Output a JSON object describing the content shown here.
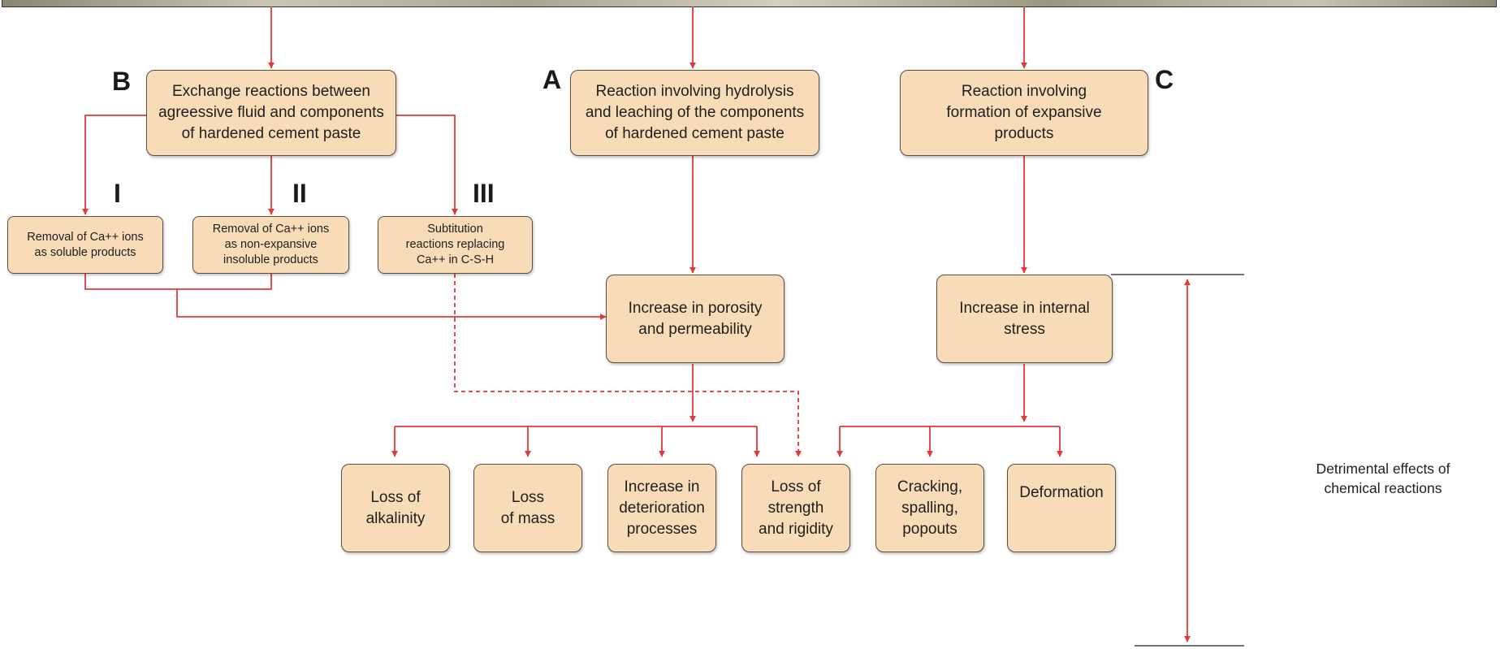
{
  "boxes": {
    "b": "Exchange reactions between\nagreessive fluid and components\nof hardened cement paste",
    "a": "Reaction involving hydrolysis\nand leaching of the components\nof hardened cement paste",
    "c": "Reaction involving\nformation of expansive\nproducts",
    "i": "Removal of Ca++ ions\nas soluble products",
    "ii": "Removal of Ca++ ions\nas non-expansive\ninsoluble products",
    "iii": "Subtitution\nreactions replacing\nCa++ in C-S-H",
    "porosity": "Increase in porosity\nand permeability",
    "stress": "Increase in internal\nstress",
    "alkalinity": "Loss of\nalkalinity",
    "mass": "Loss\nof mass",
    "deterioration": "Increase in\ndeterioration\nprocesses",
    "strength": "Loss of\nstrength\nand rigidity",
    "cracking": "Cracking,\nspalling,\npopouts",
    "deformation": "Deformation"
  },
  "labels": {
    "b": "B",
    "a": "A",
    "c": "C",
    "i": "I",
    "ii": "II",
    "iii": "III"
  },
  "effects_label": "Detrimental effects of\nchemical reactions",
  "colors": {
    "arrow": "#e03a3a",
    "box_fill": "#f8dcb8",
    "box_border": "#5a4e44"
  }
}
